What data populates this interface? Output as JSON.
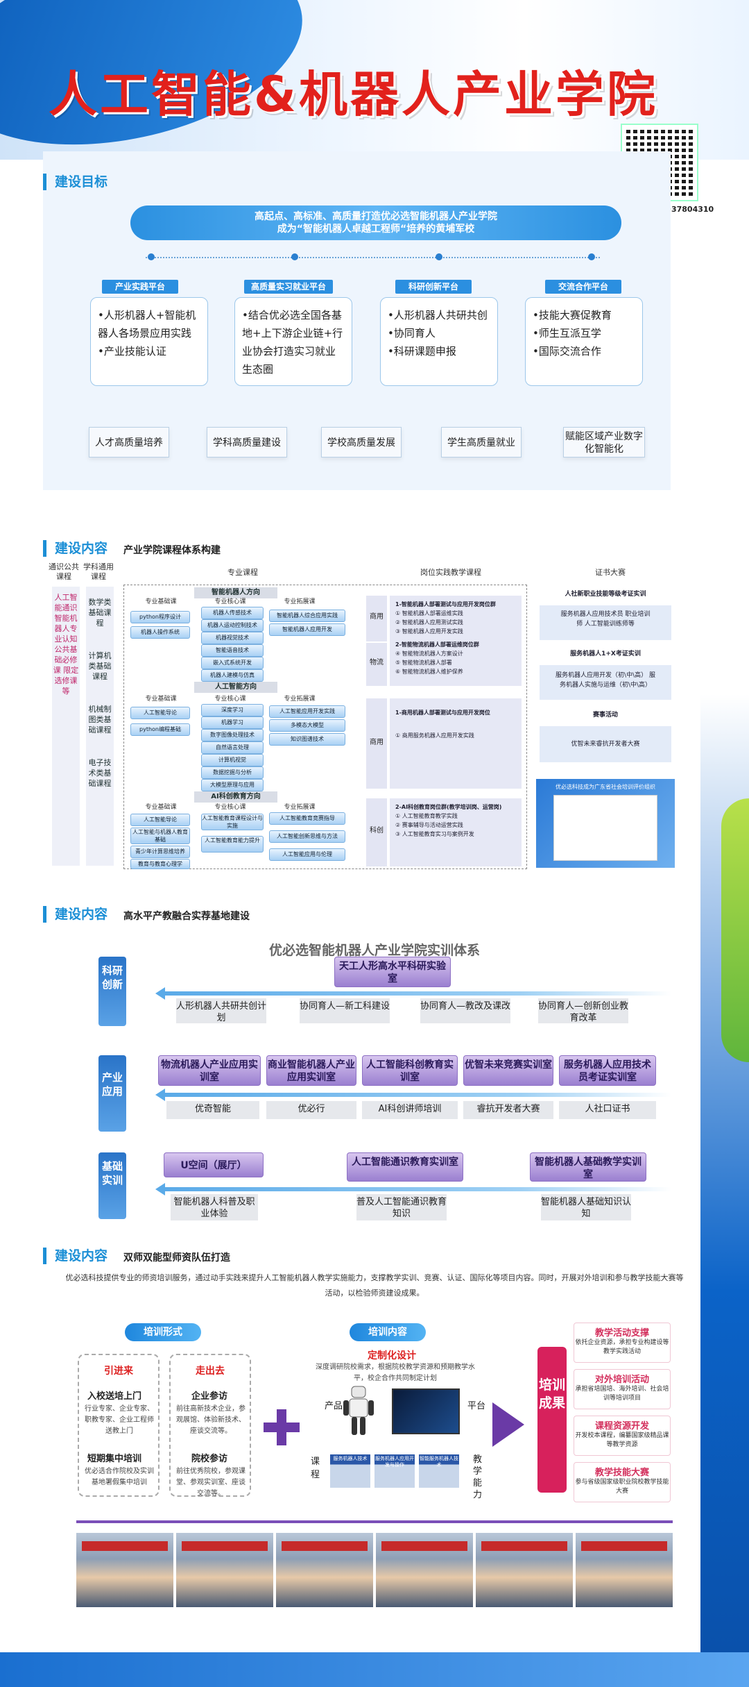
{
  "header": {
    "title": "人工智能&机器人产业学院",
    "phone": "联系电话：19937804310"
  },
  "section1": {
    "label": "建设目标",
    "banner_line1": "高起点、高标准、高质量打造优必选智能机器人产业学院",
    "banner_line2": "成为“智能机器人卓越工程师“培养的黄埔军校",
    "platforms": [
      {
        "title": "产业实践平台",
        "items": [
          "•人形机器人+智能机器人各场景应用实践",
          "•产业技能认证"
        ]
      },
      {
        "title": "高质量实习就业平台",
        "items": [
          "•结合优必选全国各基地+上下游企业链+行业协会打造实习就业生态圈"
        ]
      },
      {
        "title": "科研创新平台",
        "items": [
          "•人形机器人共研共创",
          "•协同育人",
          "•科研课题申报"
        ]
      },
      {
        "title": "交流合作平台",
        "items": [
          "•技能大赛促教育",
          "•师生互派互学",
          "•国际交流合作"
        ]
      }
    ],
    "goals": [
      "人才高质量培养",
      "学科高质量建设",
      "学校高质量发展",
      "学生高质量就业",
      "赋能区域产业数字化智能化"
    ]
  },
  "section2": {
    "label": "建设内容",
    "subtitle": "产业学院课程体系构建",
    "col_general": "通识公共课程",
    "col_subject": "学科通用课程",
    "col_major": "专业课程",
    "col_job": "岗位实践教学课程",
    "col_cert": "证书大赛",
    "general_items": "人工智能通识 智能机器人专业认知 公共基础必修课 限定选修课等",
    "subject_items": [
      "数学类基础课程",
      "计算机类基础课程",
      "机械制图类基础课程",
      "电子技术类基础课程"
    ],
    "dir1": "智能机器人方向",
    "dir2": "人工智能方向",
    "dir3": "AI科创教育方向",
    "basic": "专业基础课",
    "core": "专业核心课",
    "ext": "专业拓展课",
    "d1_basic": [
      "python程序设计",
      "机器人操作系统"
    ],
    "d1_core": [
      "机器人传感技术",
      "机器人运动控制技术",
      "机器视觉技术",
      "智能语音技术",
      "嵌入式系统开发",
      "机器人建模与仿真"
    ],
    "d1_ext": [
      "智能机器人综合应用实践",
      "智能机器人应用开发"
    ],
    "d2_basic": [
      "人工智能导论",
      "python编程基础"
    ],
    "d2_core": [
      "深度学习",
      "机器学习",
      "数字图像处理技术",
      "自然语言处理",
      "计算机视觉",
      "数据挖掘与分析",
      "大模型原理与应用"
    ],
    "d2_ext": [
      "人工智能应用开发实践",
      "多模态大模型",
      "知识图谱技术"
    ],
    "d3_basic": [
      "人工智能导论",
      "人工智能与机器人教育基础",
      "青少年计算思维培养",
      "教育与教育心理学"
    ],
    "d3_core": [
      "人工智能教育课程设计与实施",
      "人工智能教育能力提升"
    ],
    "d3_ext": [
      "人工智能教育竞赛指导",
      "人工智能创新思维与方法",
      "人工智能应用与伦理"
    ],
    "job1_title": "1-智能机器人部署测试与应用开发岗位群",
    "job1_items": [
      "① 智能机器人部署运维实践",
      "② 智能机器人应用测试实践",
      "③ 智能机器人应用开发实践"
    ],
    "job1b_title": "2-智能物流机器人部署运维岗位群",
    "job1b_items": [
      "④ 智能物流机器人方案设计",
      "⑤ 智能物流机器人部署",
      "⑥ 智能物流机器人维护保养"
    ],
    "job2_title": "1-商用机器人部署测试与应用开发岗位",
    "job2_items": [
      "① 商用服务机器人应用开发实践"
    ],
    "job3_title": "2-AI科创教育岗位群(教学培训岗、运营岗)",
    "job3_items": [
      "① 人工智能教育教学实践",
      "② 赛事辅导与活动运营实践",
      "③ 人工智能教育实习与案例开发"
    ],
    "tag_a": "商用",
    "tag_b": "物流",
    "tag_c": "商用",
    "tag_d": "科创",
    "cert_h1": "人社新职业技能等级考证实训",
    "cert_b1": "服务机器人应用技术员 职业培训师 人工智能训练师等",
    "cert_h2": "服务机器人1+X考证实训",
    "cert_b2": "服务机器人应用开发（初\\中\\高） 服务机器人实施与运维（初\\中\\高）",
    "cert_h3": "赛事活动",
    "cert_b3": "优智未来睿抗开发者大赛",
    "cert_img": "优必选科技成为广东省社会培训评价组织"
  },
  "section3": {
    "label": "建设内容",
    "subtitle": "高水平产教融合实荐基地建设",
    "title": "优必选智能机器人产业学院实训体系",
    "rows": [
      {
        "label": "科研创新",
        "labs": [
          "天工人形高水平科研实验室"
        ],
        "tags": [
          "人形机器人共研共创计划",
          "协同育人—新工科建设",
          "协同育人—教改及课改",
          "协同育人—创新创业教育改革"
        ]
      },
      {
        "label": "产业应用",
        "labs": [
          "物流机器人产业应用实训室",
          "商业智能机器人产业应用实训室",
          "人工智能科创教育实训室",
          "优智未来竞赛实训室",
          "服务机器人应用技术员考证实训室"
        ],
        "tags": [
          "优奇智能",
          "优必行",
          "AI科创讲师培训",
          "睿抗开发者大赛",
          "人社口证书"
        ]
      },
      {
        "label": "基础实训",
        "labs": [
          "U空间（展厅）",
          "人工智能通识教育实训室",
          "智能机器人基础教学实训室"
        ],
        "tags": [
          "智能机器人科普及职业体验",
          "普及人工智能通识教育知识",
          "智能机器人基础知识认知"
        ]
      }
    ]
  },
  "section4": {
    "label": "建设内容",
    "subtitle": "双师双能型师资队伍打造",
    "intro": "优必选科技提供专业的师资培训服务，通过动手实践来提升人工智能机器人教学实施能力，支撑教学实训、竞赛、认证、国际化等项目内容。同时，开展对外培训和参与教学技能大赛等活动，以检验师资建设成果。",
    "form_tab": "培训形式",
    "content_tab": "培训内容",
    "bring_in": "引进来",
    "go_out": "走出去",
    "bring1_t": "入校送培上门",
    "bring1_d": "行业专家、企业专家、职教专家、企业工程师送教上门",
    "bring2_t": "短期集中培训",
    "bring2_d": "优必选合作院校及实训基地署假集中培训",
    "go1_t": "企业参访",
    "go1_d": "前往高新技术企业，参观展馆、体验新技术、座谈交流等。",
    "go2_t": "院校参访",
    "go2_d": "前往优秀院校，参观课堂、参观实训室、座谈交流等。",
    "custom_t": "定制化设计",
    "custom_d": "深度调研院校需求，根据院校教学资源和预期教学水平，校企合作共同制定计划",
    "w_product": "产品",
    "w_platform": "平台",
    "w_course": "课程",
    "w_ability": "教学能力",
    "thumb1": "服务机器人技术",
    "thumb2": "服务机器人应用开发与操作",
    "thumb3": "智能服务机器人技术",
    "result": "培训成果",
    "results": [
      {
        "t": "教学活动支撑",
        "d": "依托企业资源，承担专业构建设等教学实践活动"
      },
      {
        "t": "对外培训活动",
        "d": "承担省培国培、海外培训、社会培训等培训项目"
      },
      {
        "t": "课程资源开发",
        "d": "开发校本课程，编纂国家级精品课等教学资源"
      },
      {
        "t": "教学技能大赛",
        "d": "参与省级国家级职业院校教学技能大赛"
      }
    ]
  }
}
